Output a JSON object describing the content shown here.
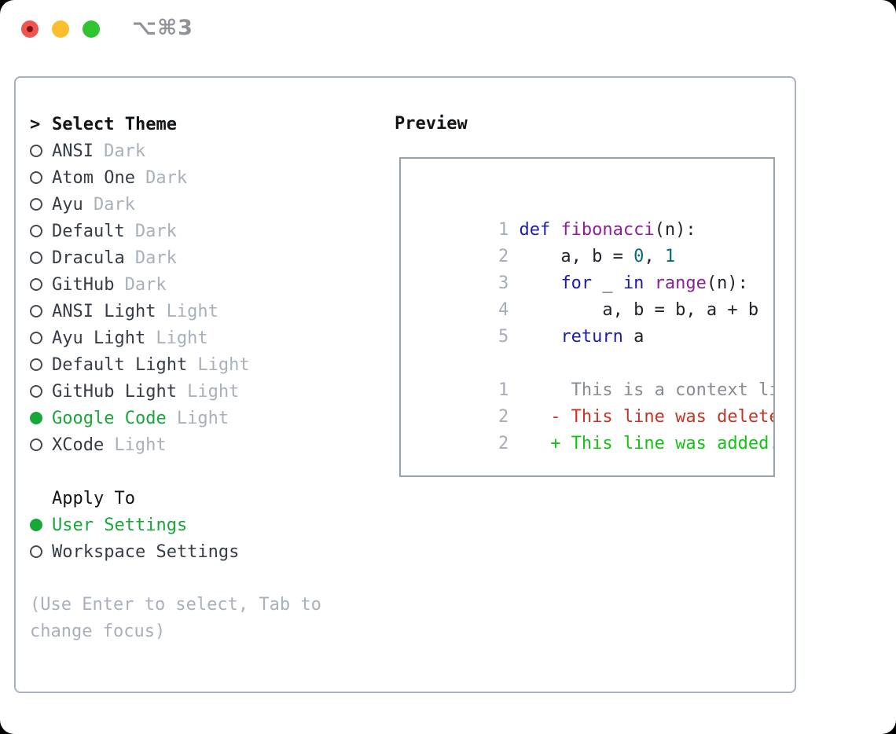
{
  "titlebar": {
    "title": "⌥⌘3"
  },
  "traffic_lights": [
    "close",
    "minimize",
    "zoom"
  ],
  "theme_panel": {
    "header": {
      "prefix": ">",
      "label": "Select Theme"
    },
    "themes": [
      {
        "name": "ANSI",
        "variant": "Dark",
        "selected": false
      },
      {
        "name": "Atom One",
        "variant": "Dark",
        "selected": false
      },
      {
        "name": "Ayu",
        "variant": "Dark",
        "selected": false
      },
      {
        "name": "Default",
        "variant": "Dark",
        "selected": false
      },
      {
        "name": "Dracula",
        "variant": "Dark",
        "selected": false
      },
      {
        "name": "GitHub",
        "variant": "Dark",
        "selected": false
      },
      {
        "name": "ANSI Light",
        "variant": "Light",
        "selected": false
      },
      {
        "name": "Ayu Light",
        "variant": "Light",
        "selected": false
      },
      {
        "name": "Default Light",
        "variant": "Light",
        "selected": false
      },
      {
        "name": "GitHub Light",
        "variant": "Light",
        "selected": false
      },
      {
        "name": "Google Code",
        "variant": "Light",
        "selected": true
      },
      {
        "name": "XCode",
        "variant": "Light",
        "selected": false
      }
    ],
    "apply_to": {
      "label": "Apply To",
      "options": [
        {
          "name": "User Settings",
          "selected": true
        },
        {
          "name": "Workspace Settings",
          "selected": false
        }
      ]
    },
    "hint_line1": "(Use Enter to select, Tab to",
    "hint_line2": "change focus)"
  },
  "preview": {
    "title": "Preview",
    "code_lines": [
      {
        "num": "1",
        "tokens": [
          {
            "text": "def ",
            "type": "keyword"
          },
          {
            "text": "fibonacci",
            "type": "function"
          },
          {
            "text": "(n):",
            "type": "plain"
          }
        ]
      },
      {
        "num": "2",
        "tokens": [
          {
            "text": "    a, b = ",
            "type": "plain"
          },
          {
            "text": "0",
            "type": "literal"
          },
          {
            "text": ", ",
            "type": "plain"
          },
          {
            "text": "1",
            "type": "literal"
          }
        ]
      },
      {
        "num": "3",
        "tokens": [
          {
            "text": "    ",
            "type": "plain"
          },
          {
            "text": "for",
            "type": "keyword"
          },
          {
            "text": " _ ",
            "type": "plain"
          },
          {
            "text": "in",
            "type": "keyword"
          },
          {
            "text": " ",
            "type": "plain"
          },
          {
            "text": "range",
            "type": "function"
          },
          {
            "text": "(n):",
            "type": "plain"
          }
        ]
      },
      {
        "num": "4",
        "tokens": [
          {
            "text": "        a, b = b, a + b",
            "type": "plain"
          }
        ]
      },
      {
        "num": "5",
        "tokens": [
          {
            "text": "    ",
            "type": "plain"
          },
          {
            "text": "return",
            "type": "keyword"
          },
          {
            "text": " a",
            "type": "plain"
          }
        ]
      }
    ],
    "diff_lines": [
      {
        "num": "1",
        "text": "     This is a context line.",
        "type": "context"
      },
      {
        "num": "2",
        "text": "   - This line was deleted.",
        "type": "deleted"
      },
      {
        "num": "2",
        "text": "   + This line was added.",
        "type": "added"
      }
    ]
  },
  "colors": {
    "sel-green": "#17a837",
    "kw": "#1c1cb0",
    "fn": "#8c1e96",
    "lit": "#006e6e",
    "del": "#c43425",
    "add": "#12c312",
    "ctx": "#878d95",
    "light-red": "#f0544f",
    "light-yellow": "#fcbd2e",
    "light-green": "#31c431"
  }
}
